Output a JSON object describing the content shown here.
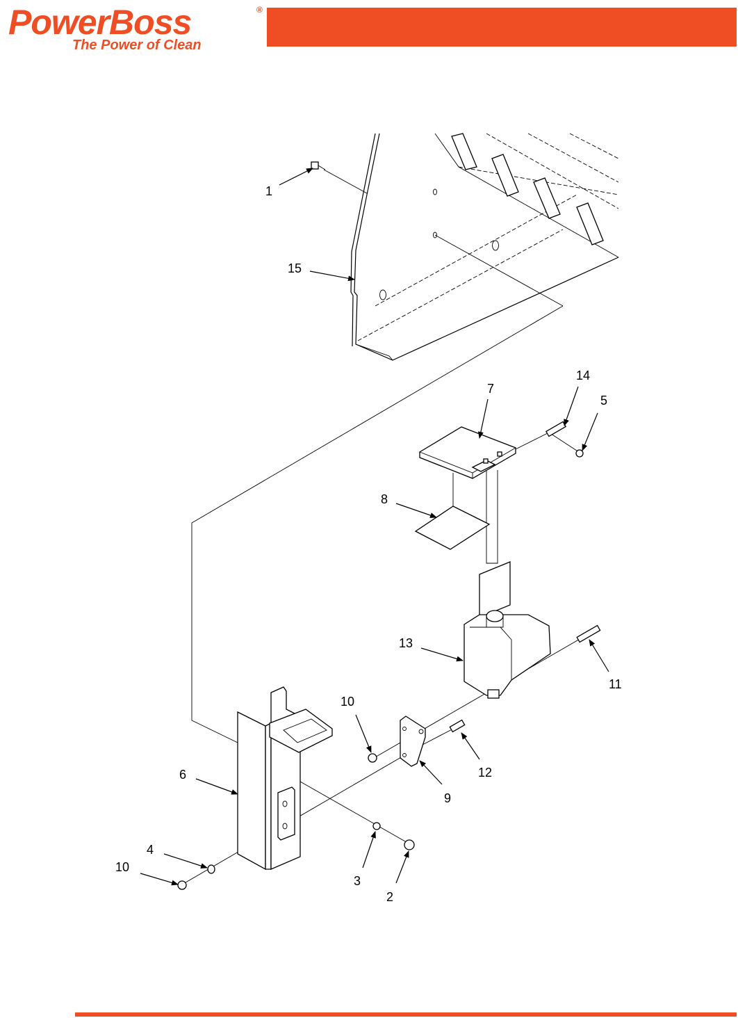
{
  "header": {
    "logo_name": "PowerBoss",
    "logo_registered": "®",
    "logo_tagline": "The Power of Clean",
    "bar_color": "#ef4e24"
  },
  "diagram": {
    "callouts": {
      "c1": "1",
      "c15": "15",
      "c14": "14",
      "c7": "7",
      "c5": "5",
      "c8": "8",
      "c13": "13",
      "c11": "11",
      "c10a": "10",
      "c12": "12",
      "c6": "6",
      "c9": "9",
      "c4": "4",
      "c10b": "10",
      "c3": "3",
      "c2": "2"
    }
  },
  "footer": {
    "bar_color": "#ef4e24"
  }
}
